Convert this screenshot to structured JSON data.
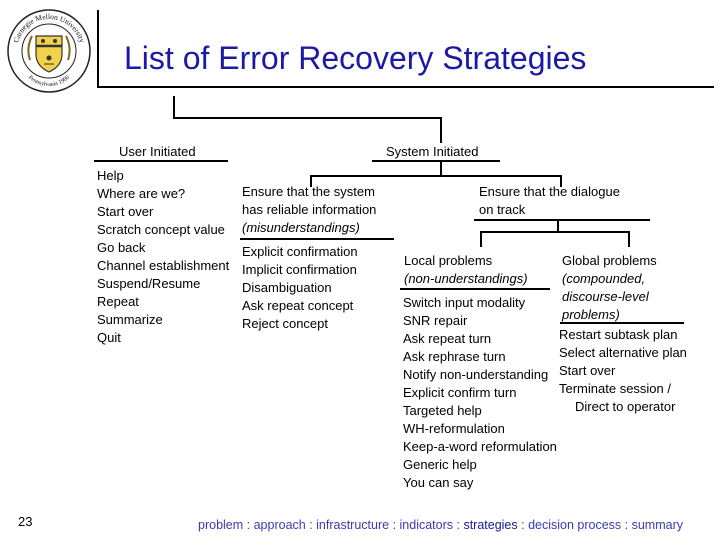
{
  "logo": {
    "text_top": "Carnegie Mellon University",
    "text_bottom": "Pennsylvania 1900",
    "icon": "university-seal"
  },
  "title": "List of Error Recovery Strategies",
  "user_initiated": {
    "header": "User Initiated",
    "items": [
      "Help",
      "Where are we?",
      "Start over",
      "Scratch concept value",
      "Go back",
      "Channel establishment",
      "Suspend/Resume",
      "Repeat",
      "Summarize",
      "Quit"
    ]
  },
  "system_initiated": {
    "header": "System Initiated",
    "reliable": {
      "lines": [
        "Ensure that the system",
        "has reliable information"
      ],
      "note": "(misunderstandings)",
      "items": [
        "Explicit confirmation",
        "Implicit confirmation",
        "Disambiguation",
        "Ask repeat concept",
        "Reject concept"
      ]
    },
    "on_track": {
      "lines": [
        "Ensure that the dialogue",
        "on track"
      ],
      "local": {
        "heading": "Local problems",
        "note": "(non-understandings)",
        "items": [
          "Switch input modality",
          "SNR repair",
          "Ask repeat turn",
          "Ask rephrase turn",
          "Notify non-understanding",
          "Explicit confirm turn",
          "Targeted help",
          "WH-reformulation",
          "Keep-a-word reformulation",
          "Generic help",
          "You can say"
        ]
      },
      "global": {
        "heading": "Global problems",
        "note_lines": [
          "(compounded,",
          "discourse-level",
          "problems)"
        ],
        "items": [
          "Restart subtask plan",
          "Select alternative plan",
          "Start over",
          "Terminate session /",
          "Direct to operator"
        ]
      }
    }
  },
  "page_number": "23",
  "footer": {
    "items": [
      "problem",
      "approach",
      "infrastructure",
      "indicators",
      "strategies",
      "decision process",
      "summary"
    ],
    "separator": " : ",
    "active_index": 4
  }
}
